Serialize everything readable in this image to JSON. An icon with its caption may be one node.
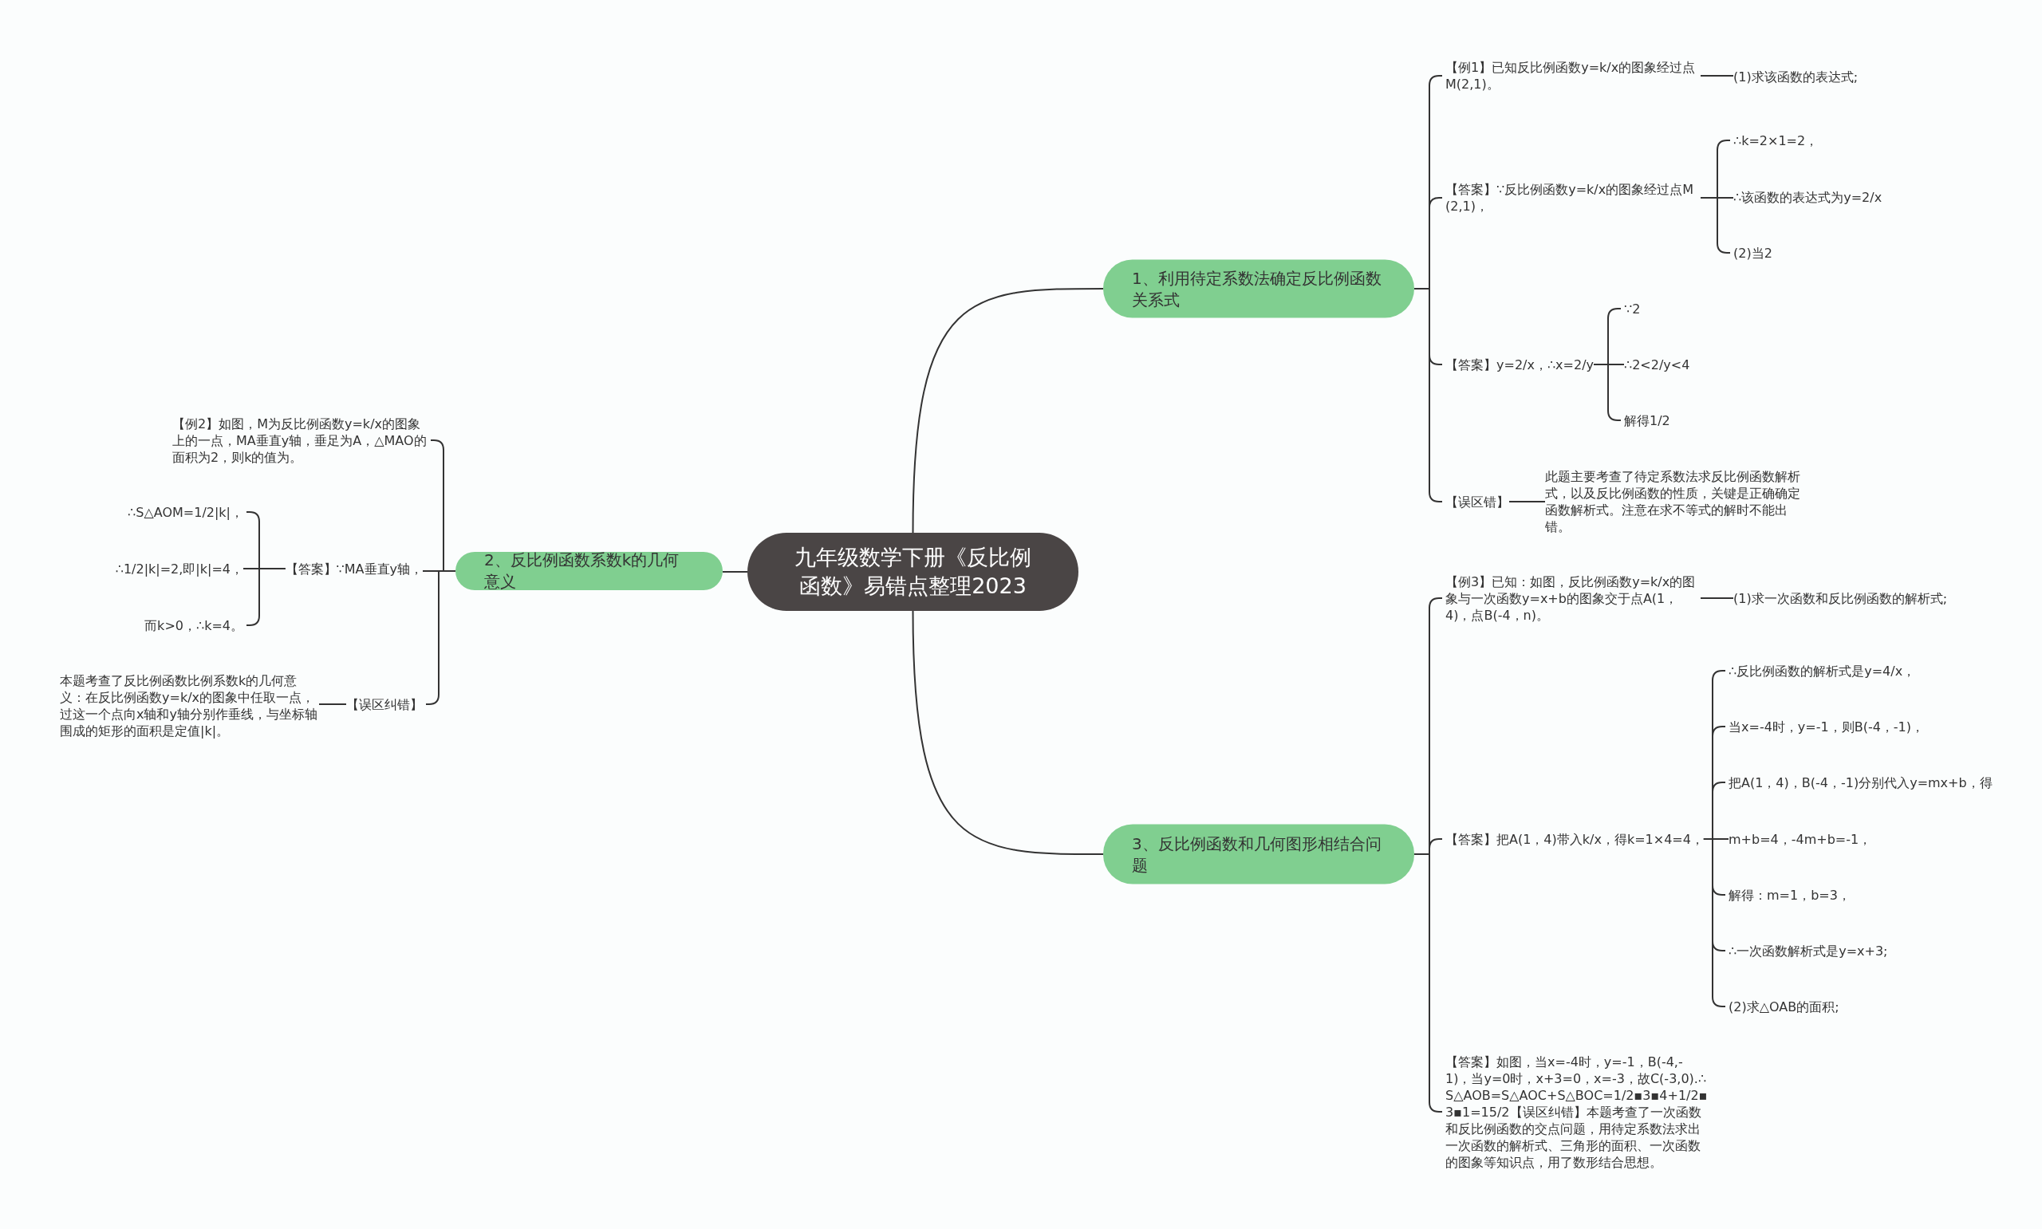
{
  "diagram": {
    "nodes": [
      {
        "text": [
          "九年级数学下册《反比例函数》易错点整理2023"
        ]
      },
      {
        "text": [
          "1、利用待定系数法确定反比例函数关系式"
        ]
      },
      {
        "text": [
          "2、反比例函数系数k的几何意义"
        ]
      },
      {
        "text": [
          "3、反比例函数和几何图形相结合问题"
        ]
      },
      {
        "text": [
          "【例1】已知反比例函数y=k/x的图象经过点M(2,1)。"
        ]
      },
      {
        "text": [
          "(1)求该函数的表达式;"
        ]
      },
      {
        "text": [
          "【答案】∵反比例函数y=k/x的图象经过点M(2,1)，"
        ]
      },
      {
        "text": [
          "∴k=2×1=2，"
        ]
      },
      {
        "text": [
          "∴该函数的表达式为y=2/x"
        ]
      },
      {
        "text": [
          "(2)当2"
        ]
      },
      {
        "text": [
          "【答案】y=2/x，∴x=2/y"
        ]
      },
      {
        "text": [
          "∵2"
        ]
      },
      {
        "text": [
          "∴2<2/y<4"
        ]
      },
      {
        "text": [
          "解得1/2"
        ]
      },
      {
        "text": [
          "【误区错】"
        ]
      },
      {
        "text": [
          "此题主要考查了待定系数法求反比例函数解析式，以及反比例函数的性质，关键是正确确定函数解析式。注意在求不等式的解时不能出错。"
        ]
      },
      {
        "text": [
          "【例3】已知：如图，反比例函数y=k/x的图象与一次函数y=x+b的图象交于点A(1，4)，点B(-4，n)。"
        ]
      },
      {
        "text": [
          "(1)求一次函数和反比例函数的解析式;"
        ]
      },
      {
        "text": [
          "【答案】把A(1，4)带入k/x，得k=1×4=4，"
        ]
      },
      {
        "text": [
          "∴反比例函数的解析式是y=4/x，"
        ]
      },
      {
        "text": [
          "当x=-4时，y=-1，则B(-4，-1)，"
        ]
      },
      {
        "text": [
          "把A(1，4)，B(-4，-1)分别代入y=mx+b，得"
        ]
      },
      {
        "text": [
          "m+b=4，-4m+b=-1，"
        ]
      },
      {
        "text": [
          "解得：m=1，b=3，"
        ]
      },
      {
        "text": [
          "∴一次函数解析式是y=x+3;"
        ]
      },
      {
        "text": [
          "(2)求△OAB的面积;"
        ]
      },
      {
        "text": [
          "【答案】如图，当x=-4时，y=-1，B(-4,-1)，当y=0时，x+3=0，x=-3，故C(-3,0).∴S△AOB=S△AOC+S△BOC=1/2▪3▪4+1/2▪3▪1=15/2【误区纠错】本题考查了一次函数和反比例函数的交点问题，用待定系数法求出一次函数的解析式、三角形的面积、一次函数的图象等知识点，用了数形结合思想。"
        ]
      },
      {
        "text": [
          "【例2】如图，M为反比例函数y=k/x的图象上的一点，MA垂直y轴，垂足为A，△MAO的面积为2，则k的值为。"
        ]
      },
      {
        "text": [
          "【答案】∵MA垂直y轴，"
        ]
      },
      {
        "text": [
          "∴S△AOM=1/2|k|，"
        ]
      },
      {
        "text": [
          "∴1/2|k|=2,即|k|=4，"
        ]
      },
      {
        "text": [
          "而k>0，∴k=4。"
        ]
      },
      {
        "text": [
          "【误区纠错】"
        ]
      },
      {
        "text": [
          "本题考查了反比例函数比例系数k的几何意义：在反比例函数y=k/x的图象中任取一点，过这一个点向x轴和y轴分别作垂线，与坐标轴围成的矩形的面积是定值|k|。"
        ]
      }
    ],
    "edges": [
      {
        "from": 0,
        "to": 1,
        "arrow": "none"
      },
      {
        "from": 0,
        "to": 2,
        "arrow": "none"
      },
      {
        "from": 0,
        "to": 3,
        "arrow": "none"
      },
      {
        "from": 1,
        "to": 4,
        "arrow": "none"
      },
      {
        "from": 4,
        "to": 5,
        "arrow": "none"
      },
      {
        "from": 1,
        "to": 6,
        "arrow": "none"
      },
      {
        "from": 6,
        "to": 7,
        "arrow": "none"
      },
      {
        "from": 6,
        "to": 8,
        "arrow": "none"
      },
      {
        "from": 6,
        "to": 9,
        "arrow": "none"
      },
      {
        "from": 1,
        "to": 10,
        "arrow": "none"
      },
      {
        "from": 10,
        "to": 11,
        "arrow": "none"
      },
      {
        "from": 10,
        "to": 12,
        "arrow": "none"
      },
      {
        "from": 10,
        "to": 13,
        "arrow": "none"
      },
      {
        "from": 1,
        "to": 14,
        "arrow": "none"
      },
      {
        "from": 14,
        "to": 15,
        "arrow": "none"
      },
      {
        "from": 3,
        "to": 16,
        "arrow": "none"
      },
      {
        "from": 16,
        "to": 17,
        "arrow": "none"
      },
      {
        "from": 3,
        "to": 18,
        "arrow": "none"
      },
      {
        "from": 18,
        "to": 19,
        "arrow": "none"
      },
      {
        "from": 18,
        "to": 20,
        "arrow": "none"
      },
      {
        "from": 18,
        "to": 21,
        "arrow": "none"
      },
      {
        "from": 18,
        "to": 22,
        "arrow": "none"
      },
      {
        "from": 18,
        "to": 23,
        "arrow": "none"
      },
      {
        "from": 18,
        "to": 24,
        "arrow": "none"
      },
      {
        "from": 18,
        "to": 25,
        "arrow": "none"
      },
      {
        "from": 3,
        "to": 26,
        "arrow": "none"
      },
      {
        "from": 2,
        "to": 27,
        "arrow": "none"
      },
      {
        "from": 2,
        "to": 28,
        "arrow": "none"
      },
      {
        "from": 28,
        "to": 29,
        "arrow": "none"
      },
      {
        "from": 28,
        "to": 30,
        "arrow": "none"
      },
      {
        "from": 28,
        "to": 31,
        "arrow": "none"
      },
      {
        "from": 2,
        "to": 32,
        "arrow": "none"
      },
      {
        "from": 32,
        "to": 33,
        "arrow": "none"
      }
    ]
  }
}
